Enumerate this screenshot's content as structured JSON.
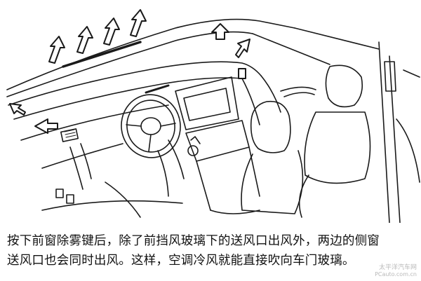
{
  "caption": {
    "line1": "按下前窗除雾键后，除了前挡风玻璃下的送风口出风外，两边的侧窗",
    "line2": "送风口也会同时出风。这样，空调冷风就能直接吹向车门玻璃。"
  },
  "watermark": {
    "name": "太平洋汽车网",
    "url": "PCauto.com.cn"
  },
  "icons": {
    "airflow": "airflow-arrow-icon"
  }
}
